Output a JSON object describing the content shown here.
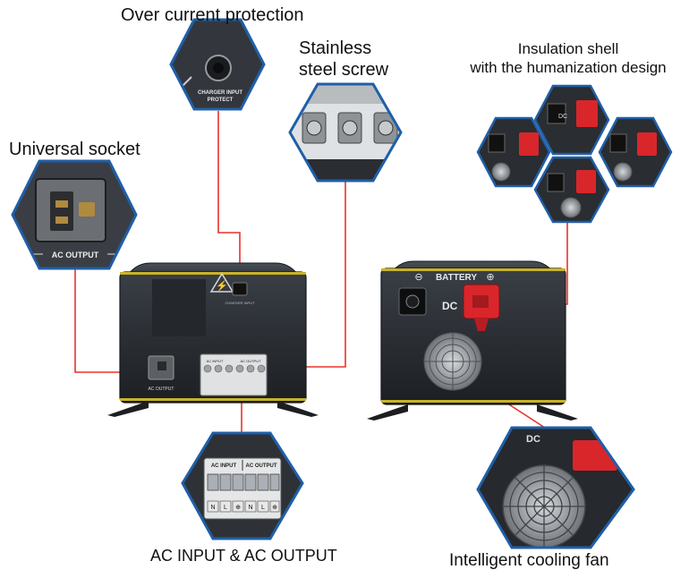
{
  "captions": {
    "over_current": "Over current protection",
    "universal_socket": "Universal socket",
    "stainless_line1": "Stainless",
    "stainless_line2": "steel screw",
    "insulation_line1": "Insulation shell",
    "insulation_line2": "with the humanization design",
    "ac_input_output": "AC INPUT & AC OUTPUT",
    "cooling_fan": "Intelligent cooling fan"
  },
  "panel_labels": {
    "charger_input_1": "CHARGER INPUT",
    "charger_input_2": "PROTECT",
    "ac_output": "AC OUTPUT",
    "ac_input": "AC INPUT",
    "battery": "BATTERY",
    "dc": "DC",
    "minus": "⊖",
    "plus": "⊕",
    "terminals": [
      "N",
      "L",
      "⊕",
      "N",
      "L",
      "⊕"
    ]
  },
  "colors": {
    "callout_line": "#e8332a",
    "unit_body": "#2a2e33",
    "hex_frame": "#1f5fa8",
    "terminal_red": "#d9262b",
    "trim_yellow": "#c9b327"
  }
}
